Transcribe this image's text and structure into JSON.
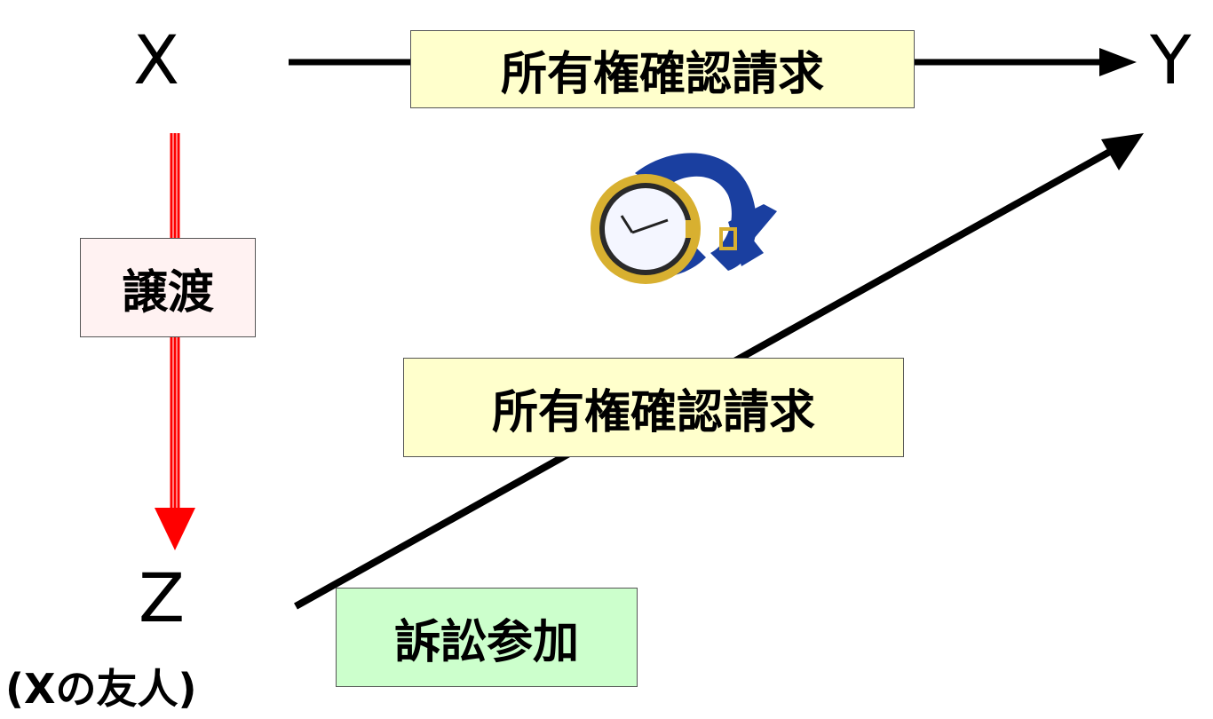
{
  "parties": {
    "x": "X",
    "y": "Y",
    "z": "Z",
    "z_note": "(Xの友人)"
  },
  "labels": {
    "claim_top": "所有権確認請求",
    "transfer": "譲渡",
    "claim_mid": "所有権確認請求",
    "intervention": "訴訟参加"
  },
  "colors": {
    "claim_box_bg": "#ffffcc",
    "transfer_box_bg": "#fff2f2",
    "intervention_box_bg": "#ccffcc",
    "transfer_arrow": "#ff0000",
    "arrow": "#000000",
    "watch_band": "#1a3fa0",
    "watch_case": "#d8b030",
    "watch_face": "#f4f6ff"
  },
  "icons": {
    "object": "wristwatch-icon"
  }
}
